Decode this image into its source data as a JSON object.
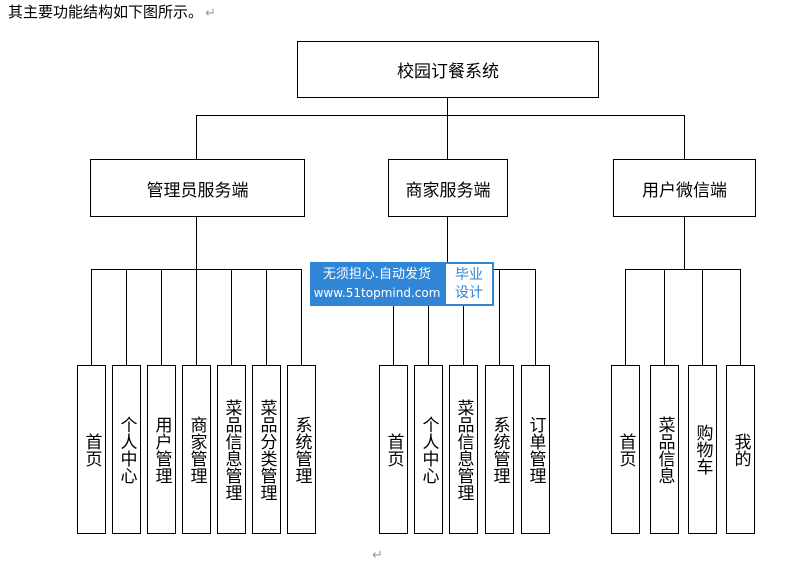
{
  "intro": {
    "text": "其主要功能结构如下图所示。",
    "mark": "↵"
  },
  "end_mark": "↵",
  "diagram": {
    "root": "校园订餐系统",
    "branches": [
      {
        "label": "管理员服务端",
        "leaves": [
          "首页",
          "个人中心",
          "用户管理",
          "商家管理",
          "菜品信息管理",
          "菜品分类管理",
          "系统管理"
        ]
      },
      {
        "label": "商家服务端",
        "leaves": [
          "首页",
          "个人中心",
          "菜品信息管理",
          "系统管理",
          "订单管理"
        ]
      },
      {
        "label": "用户微信端",
        "leaves": [
          "首页",
          "菜品信息",
          "购物车",
          "我的"
        ]
      }
    ]
  },
  "watermark": {
    "line1": "无须担心.自动发货",
    "line2": "www.51topmind.com",
    "badge_line1": "毕业",
    "badge_line2": "设计",
    "color": "#2f86d6"
  }
}
